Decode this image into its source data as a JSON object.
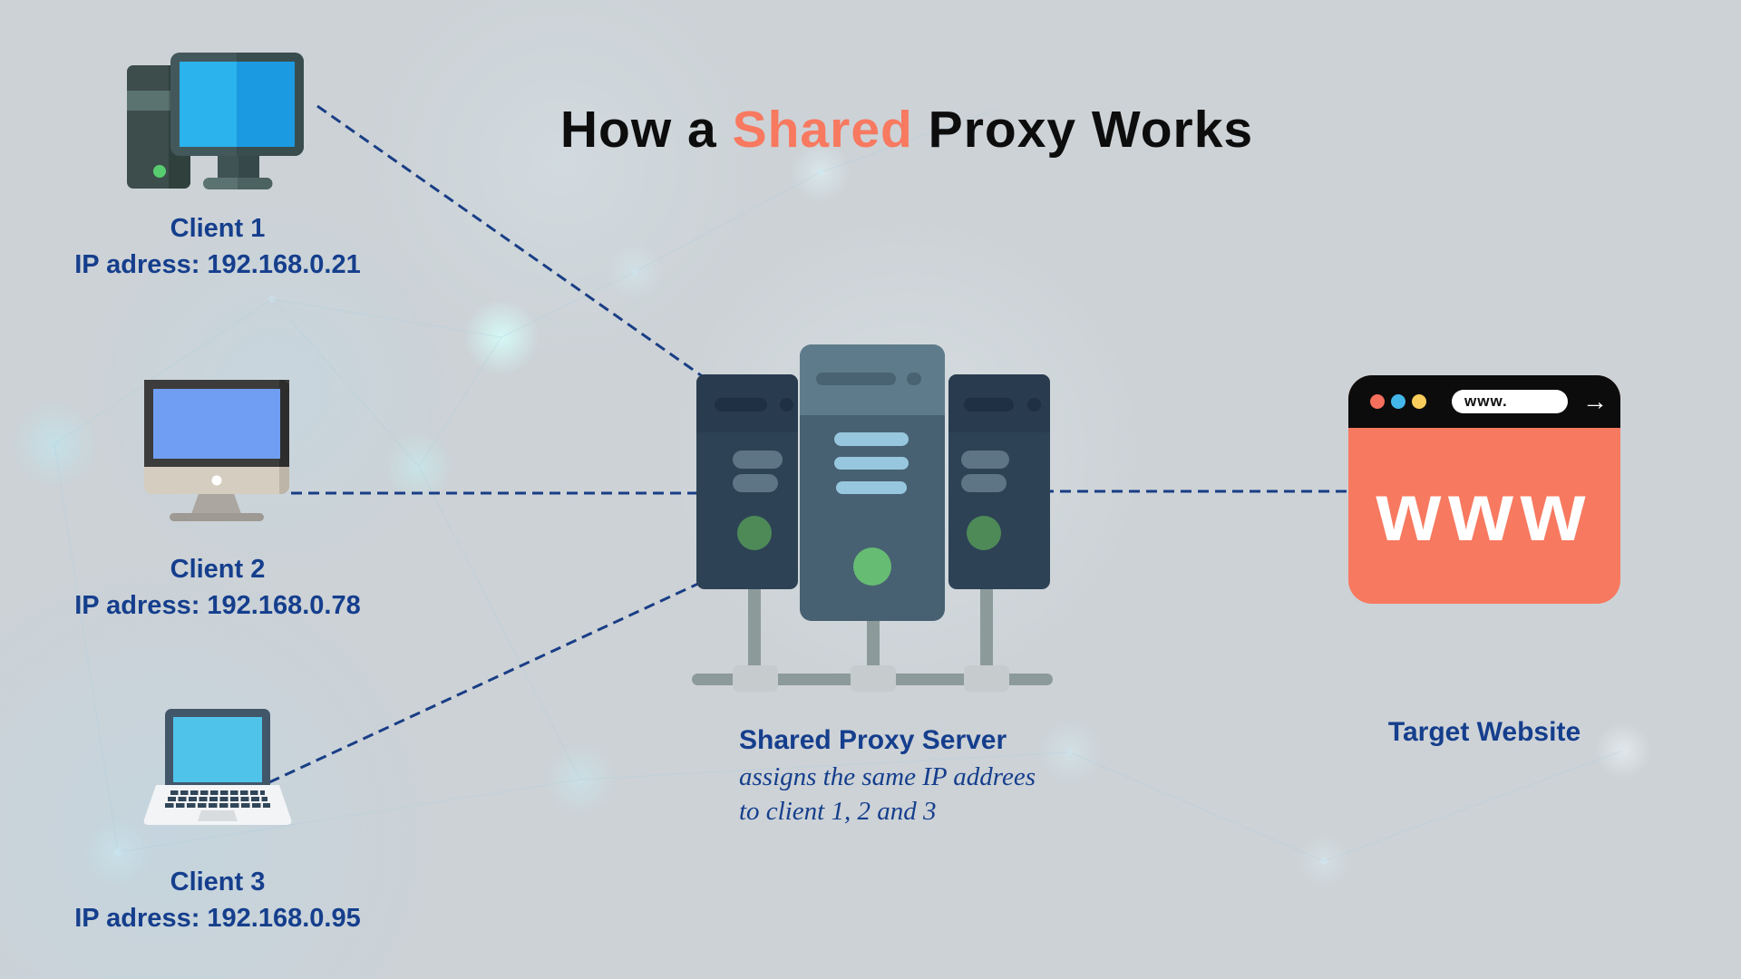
{
  "title": {
    "prefix": "How a ",
    "highlight": "Shared",
    "suffix": " Proxy Works"
  },
  "colors": {
    "accent": "#f7795f",
    "navy_text": "#153e8c",
    "connection_line": "#1a3e85",
    "background": "#ccd2d6"
  },
  "clients": [
    {
      "label": "Client 1",
      "ip": "IP adress: 192.168.0.21",
      "icon": "desktop-computer-icon"
    },
    {
      "label": "Client 2",
      "ip": "IP adress: 192.168.0.78",
      "icon": "imac-monitor-icon"
    },
    {
      "label": "Client 3",
      "ip": "IP adress: 192.168.0.95",
      "icon": "laptop-icon"
    }
  ],
  "proxy_server": {
    "label": "Shared Proxy Server",
    "caption_line1": "assigns the same IP addrees",
    "caption_line2": "to client 1, 2 and 3",
    "icon": "server-rack-icon"
  },
  "target_website": {
    "label": "Target Website",
    "address_bar_text": "www.",
    "page_text": "www",
    "arrow_glyph": "→",
    "icon": "browser-window-icon"
  },
  "connections": [
    {
      "from": "client-1",
      "to": "proxy-server"
    },
    {
      "from": "client-2",
      "to": "proxy-server"
    },
    {
      "from": "client-3",
      "to": "proxy-server"
    },
    {
      "from": "proxy-server",
      "to": "target-website"
    }
  ]
}
